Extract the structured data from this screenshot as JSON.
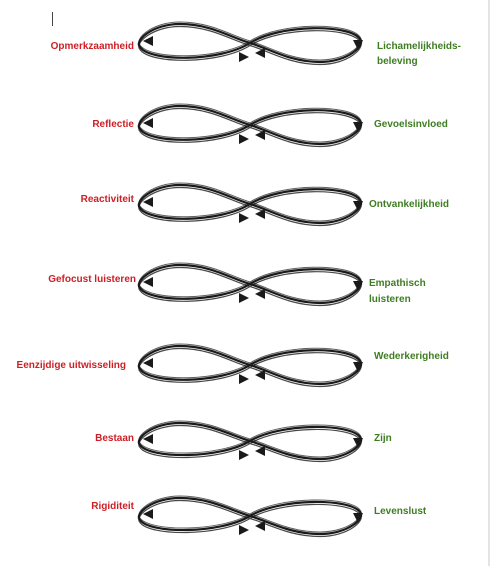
{
  "colors": {
    "left_text": "#cc1f26",
    "right_text": "#3f7d23",
    "loop_stroke": "#1a1a1a"
  },
  "pairs": [
    {
      "left": "Opmerkzaamheid",
      "right": "Lichamelijkheids-",
      "right_line2": "beleving"
    },
    {
      "left": "Reflectie",
      "right": "Gevoelsinvloed",
      "right_line2": ""
    },
    {
      "left": "Reactiviteit",
      "right": "Ontvankelijkheid",
      "right_line2": ""
    },
    {
      "left": "Gefocust luisteren",
      "right": "Empathisch",
      "right_line2": "luisteren"
    },
    {
      "left": "Eenzijdige uitwisseling",
      "right": "Wederkerigheid",
      "right_line2": ""
    },
    {
      "left": "Bestaan",
      "right": "Zijn",
      "right_line2": ""
    },
    {
      "left": "Rigiditeit",
      "right": "Levenslust",
      "right_line2": ""
    }
  ],
  "icons": [
    "text-cursor-icon",
    "infinity-loop-icon",
    "arrow-head-icon"
  ]
}
